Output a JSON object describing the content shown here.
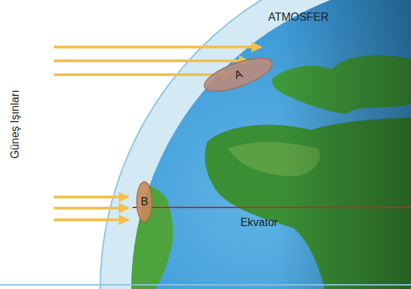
{
  "diagram": {
    "nodes": [
      {
        "text": [
          "A"
        ]
      },
      {
        "text": [
          "B"
        ]
      }
    ],
    "labels": [
      "ATMOSFER",
      "Güneş Işınları",
      "Ekvator"
    ]
  }
}
